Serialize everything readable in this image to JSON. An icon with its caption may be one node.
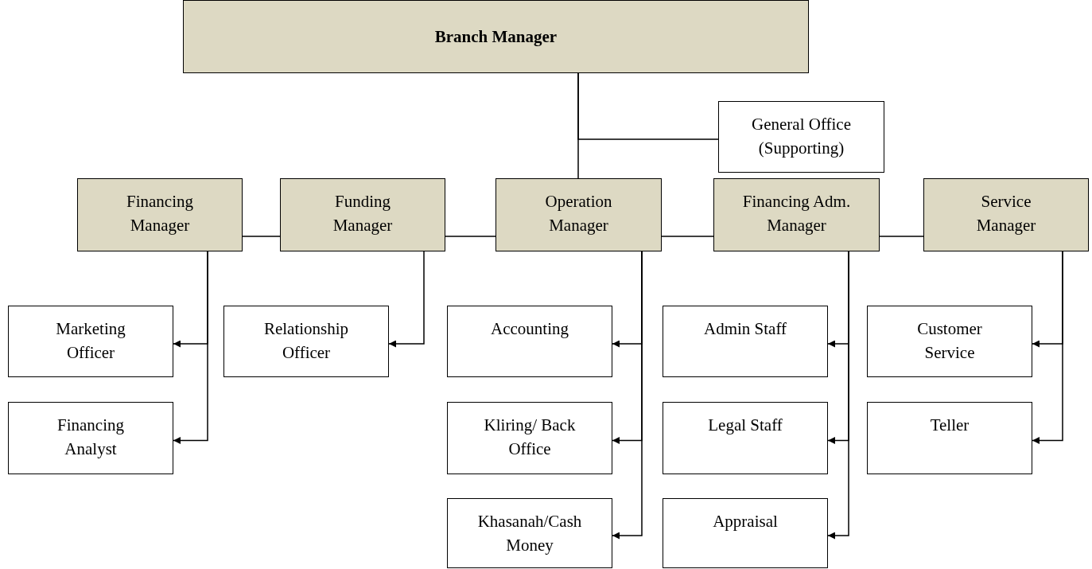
{
  "diagram": {
    "nodes": [
      {
        "text": [
          "Branch Manager"
        ]
      },
      {
        "text": [
          "General Office (Supporting)"
        ]
      },
      {
        "text": [
          "Financing Manager"
        ]
      },
      {
        "text": [
          "Funding Manager"
        ]
      },
      {
        "text": [
          "Operation Manager"
        ]
      },
      {
        "text": [
          "Financing Adm. Manager"
        ]
      },
      {
        "text": [
          "Service Manager"
        ]
      },
      {
        "text": [
          "Marketing Officer"
        ]
      },
      {
        "text": [
          "Financing Analyst"
        ]
      },
      {
        "text": [
          "Relationship Officer"
        ]
      },
      {
        "text": [
          "Accounting"
        ]
      },
      {
        "text": [
          "Kliring/ Back Office"
        ]
      },
      {
        "text": [
          "Khasanah/Cash Money"
        ]
      },
      {
        "text": [
          "Admin Staff"
        ]
      },
      {
        "text": [
          "Legal Staff"
        ]
      },
      {
        "text": [
          "Appraisal"
        ]
      },
      {
        "text": [
          "Customer Service"
        ]
      },
      {
        "text": [
          "Teller"
        ]
      }
    ],
    "edges": [
      {
        "from": 0,
        "to": 4,
        "arrow": "none"
      },
      {
        "from": 0,
        "to": 1,
        "arrow": "none"
      },
      {
        "from": 2,
        "to": 3,
        "arrow": "none"
      },
      {
        "from": 3,
        "to": 4,
        "arrow": "none"
      },
      {
        "from": 4,
        "to": 5,
        "arrow": "none"
      },
      {
        "from": 5,
        "to": 6,
        "arrow": "none"
      },
      {
        "from": 2,
        "to": 7,
        "arrow": "to"
      },
      {
        "from": 2,
        "to": 8,
        "arrow": "to"
      },
      {
        "from": 3,
        "to": 9,
        "arrow": "to"
      },
      {
        "from": 4,
        "to": 10,
        "arrow": "to"
      },
      {
        "from": 4,
        "to": 11,
        "arrow": "to"
      },
      {
        "from": 4,
        "to": 12,
        "arrow": "to"
      },
      {
        "from": 5,
        "to": 13,
        "arrow": "to"
      },
      {
        "from": 5,
        "to": 14,
        "arrow": "to"
      },
      {
        "from": 5,
        "to": 15,
        "arrow": "to"
      },
      {
        "from": 6,
        "to": 16,
        "arrow": "to"
      },
      {
        "from": 6,
        "to": 17,
        "arrow": "to"
      }
    ]
  }
}
